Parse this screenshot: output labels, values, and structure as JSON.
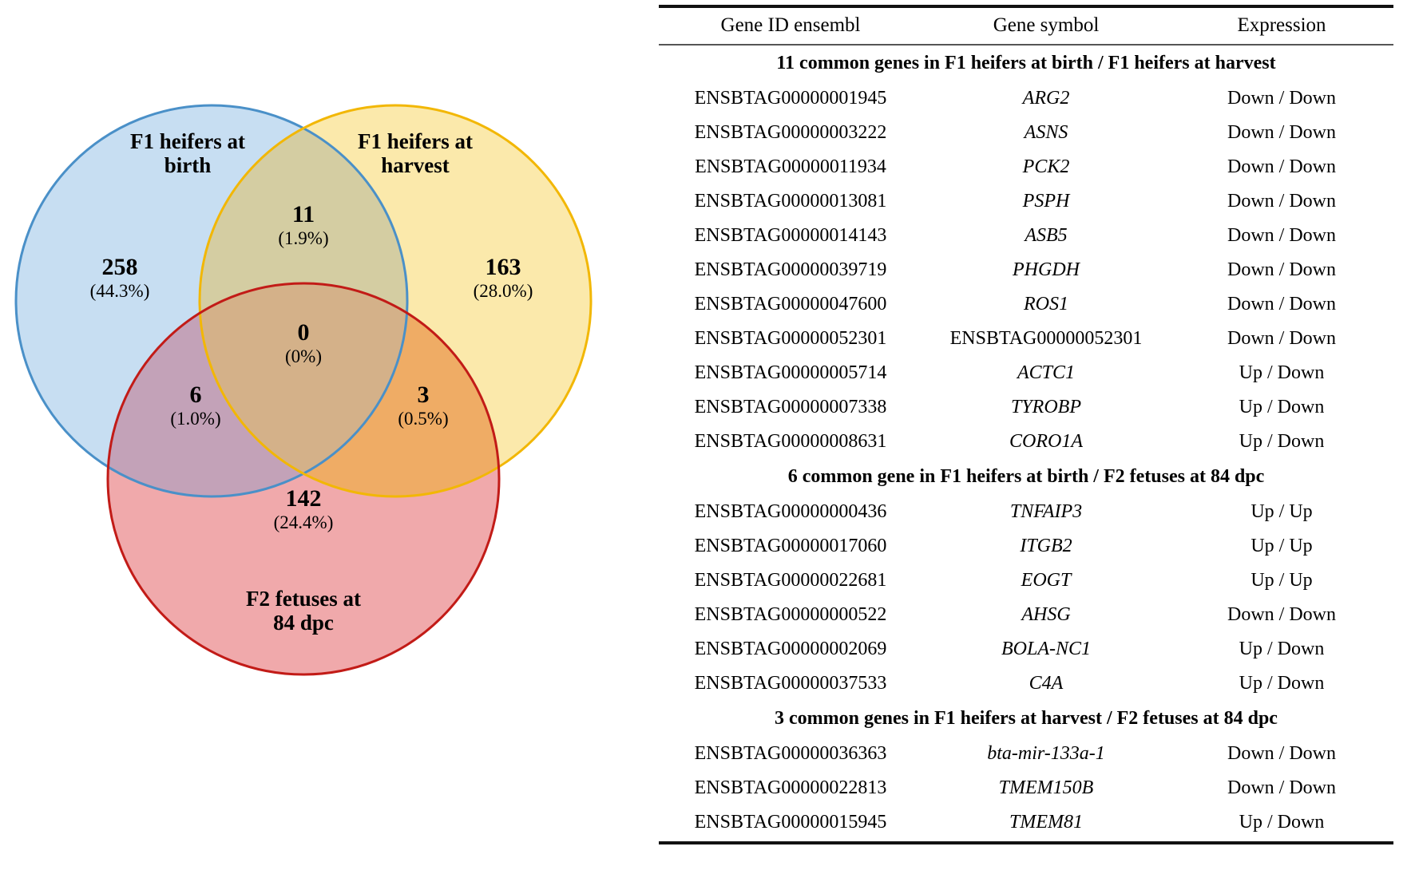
{
  "venn": {
    "sets": [
      {
        "id": "f1-birth",
        "label": "F1 heifers at\nbirth",
        "fill": "#c7def2",
        "stroke": "#4a90c8"
      },
      {
        "id": "f1-harvest",
        "label": "F1 heifers at\nharvest",
        "fill": "#fbe9ab",
        "stroke": "#f2b705"
      },
      {
        "id": "f2-fetuses",
        "label": "F2 fetuses at\n84 dpc",
        "fill": "#f0a9ab",
        "stroke": "#c21b17"
      }
    ],
    "set_labels": {
      "f1_birth_line1": "F1 heifers at",
      "f1_birth_line2": "birth",
      "f1_harvest_line1": "F1 heifers at",
      "f1_harvest_line2": "harvest",
      "f2_fetuses_line1": "F2 fetuses at",
      "f2_fetuses_line2": "84 dpc"
    },
    "regions": [
      {
        "id": "birth-only",
        "count": "258",
        "percent": "(44.3%)"
      },
      {
        "id": "harvest-only",
        "count": "163",
        "percent": "(28.0%)"
      },
      {
        "id": "fetuses-only",
        "count": "142",
        "percent": "(24.4%)"
      },
      {
        "id": "birth-harvest",
        "count": "11",
        "percent": "(1.9%)"
      },
      {
        "id": "birth-fetuses",
        "count": "6",
        "percent": "(1.0%)"
      },
      {
        "id": "harvest-fetuses",
        "count": "3",
        "percent": "(0.5%)"
      },
      {
        "id": "birth-harvest-fetuses",
        "count": "0",
        "percent": "(0%)"
      }
    ],
    "overlap_colors": {
      "blue_yellow": "#d4cda2",
      "blue_red": "#c3a2b8",
      "yellow_red": "#efac65",
      "triple": "#d4b189"
    }
  },
  "table": {
    "headers": {
      "gene_id": "Gene ID ensembl",
      "gene_symbol": "Gene symbol",
      "expression": "Expression"
    },
    "sections": [
      {
        "title": "11 common genes in  F1 heifers at birth / F1 heifers at harvest",
        "rows": [
          {
            "id": "ENSBTAG00000001945",
            "symbol": "ARG2",
            "expression": "Down / Down"
          },
          {
            "id": "ENSBTAG00000003222",
            "symbol": "ASNS",
            "expression": "Down / Down"
          },
          {
            "id": "ENSBTAG00000011934",
            "symbol": "PCK2",
            "expression": "Down / Down"
          },
          {
            "id": "ENSBTAG00000013081",
            "symbol": "PSPH",
            "expression": "Down / Down"
          },
          {
            "id": "ENSBTAG00000014143",
            "symbol": "ASB5",
            "expression": "Down / Down"
          },
          {
            "id": "ENSBTAG00000039719",
            "symbol": "PHGDH",
            "expression": "Down / Down"
          },
          {
            "id": "ENSBTAG00000047600",
            "symbol": "ROS1",
            "expression": "Down / Down"
          },
          {
            "id": "ENSBTAG00000052301",
            "symbol": "ENSBTAG00000052301",
            "expression": "Down / Down",
            "symbol_plain": true
          },
          {
            "id": "ENSBTAG00000005714",
            "symbol": "ACTC1",
            "expression": "Up / Down"
          },
          {
            "id": "ENSBTAG00000007338",
            "symbol": "TYROBP",
            "expression": "Up / Down"
          },
          {
            "id": "ENSBTAG00000008631",
            "symbol": "CORO1A",
            "expression": "Up / Down"
          }
        ]
      },
      {
        "title": "6 common gene in F1 heifers at birth / F2 fetuses at 84 dpc",
        "rows": [
          {
            "id": "ENSBTAG00000000436",
            "symbol": "TNFAIP3",
            "expression": "Up / Up"
          },
          {
            "id": "ENSBTAG00000017060",
            "symbol": "ITGB2",
            "expression": "Up / Up"
          },
          {
            "id": "ENSBTAG00000022681",
            "symbol": "EOGT",
            "expression": "Up / Up"
          },
          {
            "id": "ENSBTAG00000000522",
            "symbol": "AHSG",
            "expression": "Down / Down"
          },
          {
            "id": "ENSBTAG00000002069",
            "symbol": "BOLA-NC1",
            "expression": "Up / Down"
          },
          {
            "id": "ENSBTAG00000037533",
            "symbol": "C4A",
            "expression": "Up / Down"
          }
        ]
      },
      {
        "title": "3 common genes in F1 heifers at harvest / F2 fetuses at 84 dpc",
        "rows": [
          {
            "id": "ENSBTAG00000036363",
            "symbol": "bta-mir-133a-1",
            "expression": "Down / Down"
          },
          {
            "id": "ENSBTAG00000022813",
            "symbol": "TMEM150B",
            "expression": "Down / Down"
          },
          {
            "id": "ENSBTAG00000015945",
            "symbol": "TMEM81",
            "expression": "Up / Down"
          }
        ]
      }
    ]
  }
}
